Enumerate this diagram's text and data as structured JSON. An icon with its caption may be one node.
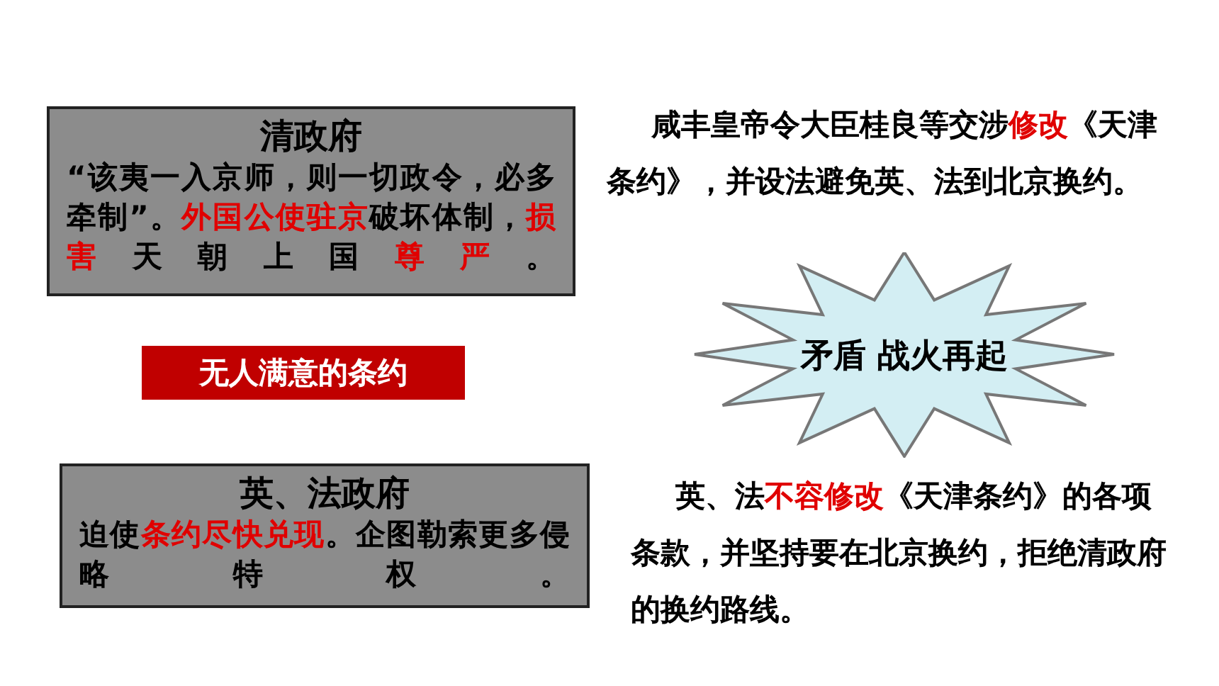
{
  "diagram": {
    "nodes": [
      {
        "text": [
          "清政府",
          "“该夷一入京师，则一切政令，必多牵制”。**外国公使驻京**破坏体制，**损害**天朝上国**尊严**。"
        ]
      },
      {
        "text": [
          "无人满意的条约"
        ]
      },
      {
        "text": [
          "英、法政府",
          "迫使**条约尽快兑现**。企图勒索更多侵略特权。"
        ]
      },
      {
        "text": [
          "矛盾 战火再起"
        ]
      }
    ],
    "labels": [
      "咸丰皇帝令大臣桂良等交涉**修改**《天津条约》，并设法避免英、法到北京换约。",
      "英、法**不容修改**《天津条约》的各项条款，并坚持要在北京换约，拒绝清政府的换约路线。"
    ]
  }
}
